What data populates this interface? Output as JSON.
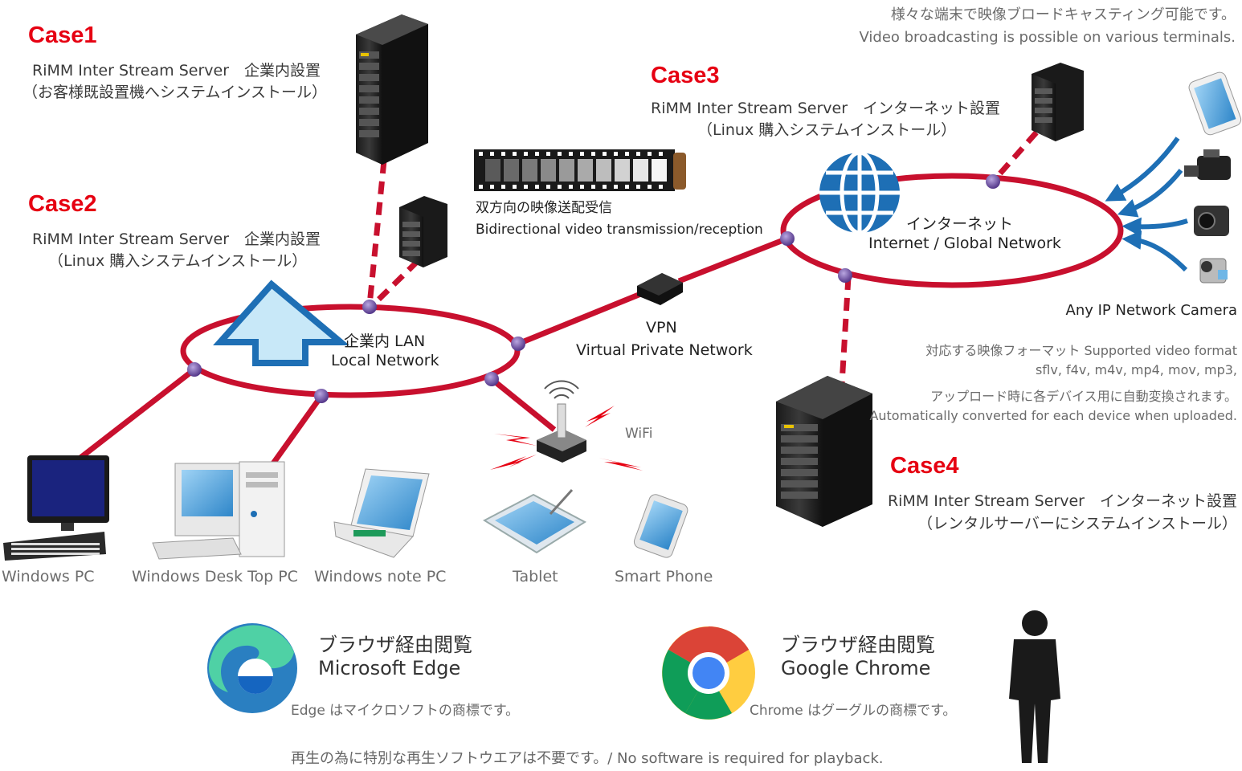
{
  "header": {
    "line1": "様々な端末で映像ブロードキャスティング可能です。",
    "line2": "Video broadcasting is possible on various terminals."
  },
  "cases": [
    {
      "title": "Case1",
      "line1": "RiMM Inter Stream Server　企業内設置",
      "line2": "（お客様既設置機へシステムインストール）"
    },
    {
      "title": "Case2",
      "line1": "RiMM Inter Stream Server　企業内設置",
      "line2": "（Linux 購入システムインストール）"
    },
    {
      "title": "Case3",
      "line1": "RiMM Inter Stream Server　インターネット設置",
      "line2": "（Linux 購入システムインストール）"
    },
    {
      "title": "Case4",
      "line1": "RiMM Inter Stream Server　インターネット設置",
      "line2": "（レンタルサーバーにシステムインストール）"
    }
  ],
  "film": {
    "jp": "双方向の映像送配受信",
    "en": "Bidirectional video transmission/reception"
  },
  "lan": {
    "jp": "企業内 LAN",
    "en": "Local Network"
  },
  "vpn": {
    "title": "VPN",
    "sub": "Virtual Private Network"
  },
  "internet": {
    "jp": "インターネット",
    "en": "Internet / Global Network"
  },
  "wifi": "WiFi",
  "camera": {
    "title": "Any IP Network Camera"
  },
  "formats": {
    "line1": "対応する映像フォーマット Supported video format",
    "line2": "sflv, f4v, m4v, mp4, mov, mp3,",
    "line3": "アップロード時に各デバイス用に自動変換されます。",
    "line4": "Automatically converted for each device when uploaded."
  },
  "devices": [
    "Windows PC",
    "Windows Desk Top PC",
    "Windows note PC",
    "Tablet",
    "Smart Phone"
  ],
  "browsers": [
    {
      "heading": "ブラウザ経由閲覧",
      "name": "Microsoft Edge",
      "note": "Edge はマイクロソフトの商標です。"
    },
    {
      "heading": "ブラウザ経由閲覧",
      "name": "Google Chrome",
      "note": "Chrome はグーグルの商標です。"
    }
  ],
  "footer": "再生の為に特別な再生ソフトウエアは不要です。/ No software is required for playback.",
  "colors": {
    "network": "#c8102e",
    "case": "#e60012",
    "arrow": "#1e6fb5",
    "node": "#6a4a9c"
  }
}
